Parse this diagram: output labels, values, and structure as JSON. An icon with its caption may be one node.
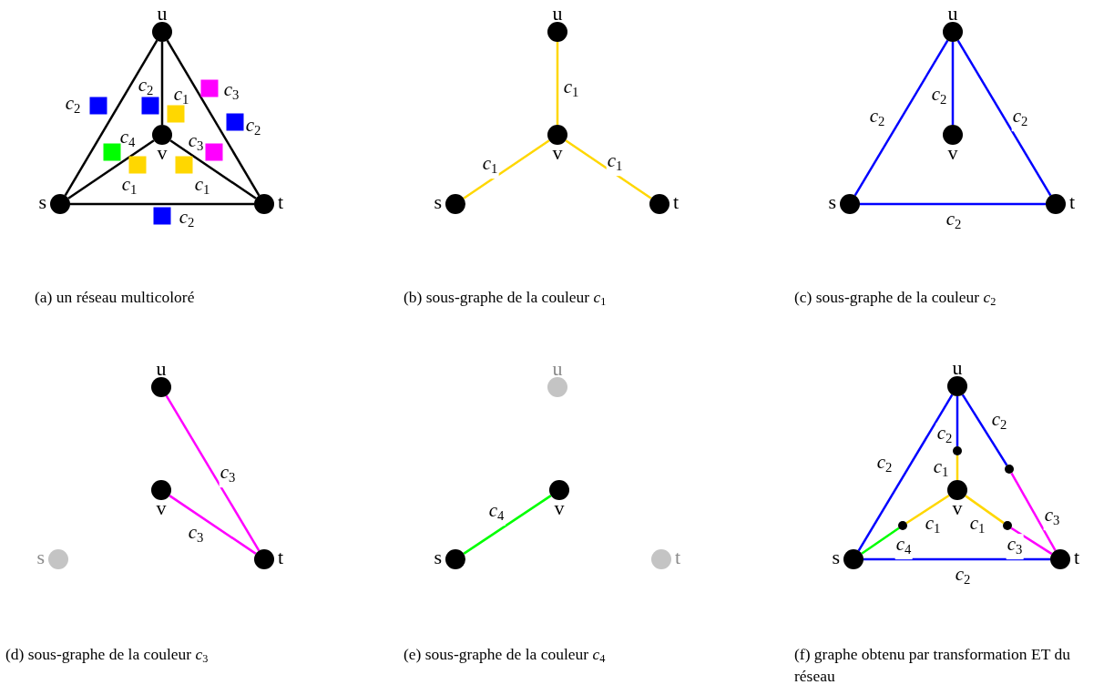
{
  "diagram": {
    "nodes": [
      {
        "text": [
          "u"
        ]
      },
      {
        "text": [
          "v"
        ]
      },
      {
        "text": [
          "s"
        ]
      },
      {
        "text": [
          "t"
        ]
      },
      {
        "text": [
          "u"
        ]
      },
      {
        "text": [
          "v"
        ]
      },
      {
        "text": [
          "s"
        ]
      },
      {
        "text": [
          "t"
        ]
      },
      {
        "text": [
          "u"
        ]
      },
      {
        "text": [
          "v"
        ]
      },
      {
        "text": [
          "s"
        ]
      },
      {
        "text": [
          "t"
        ]
      },
      {
        "text": [
          "u"
        ]
      },
      {
        "text": [
          "v"
        ]
      },
      {
        "text": [
          "s"
        ]
      },
      {
        "text": [
          "t"
        ]
      },
      {
        "text": [
          "u"
        ]
      },
      {
        "text": [
          "v"
        ]
      },
      {
        "text": [
          "s"
        ]
      },
      {
        "text": [
          "t"
        ]
      },
      {
        "text": [
          "u"
        ]
      },
      {
        "text": [
          "v"
        ]
      },
      {
        "text": [
          "s"
        ]
      },
      {
        "text": [
          "t"
        ]
      },
      {
        "text": [],
        "shape": "circle"
      },
      {
        "text": [],
        "shape": "circle"
      },
      {
        "text": [],
        "shape": "circle"
      },
      {
        "text": [],
        "shape": "circle"
      }
    ],
    "edges": [
      {
        "from": 0,
        "to": 2,
        "arrow": "none",
        "color": "#000000"
      },
      {
        "from": 0,
        "to": 1,
        "arrow": "none",
        "color": "#000000"
      },
      {
        "from": 0,
        "to": 3,
        "arrow": "none",
        "color": "#000000"
      },
      {
        "from": 1,
        "to": 2,
        "arrow": "none",
        "color": "#000000"
      },
      {
        "from": 1,
        "to": 3,
        "arrow": "none",
        "color": "#000000"
      },
      {
        "from": 2,
        "to": 3,
        "arrow": "none",
        "color": "#000000"
      },
      {
        "from": 4,
        "to": 5,
        "arrow": "none",
        "label": "*c*$_{1}$",
        "color": "#ffd700"
      },
      {
        "from": 5,
        "to": 6,
        "arrow": "none",
        "label": "*c*$_{1}$",
        "color": "#ffd700"
      },
      {
        "from": 5,
        "to": 7,
        "arrow": "none",
        "label": "*c*$_{1}$",
        "color": "#ffd700"
      },
      {
        "from": 8,
        "to": 10,
        "arrow": "none",
        "label": "*c*$_{2}$",
        "color": "#0000ff"
      },
      {
        "from": 8,
        "to": 9,
        "arrow": "none",
        "label": "*c*$_{2}$",
        "color": "#0000ff"
      },
      {
        "from": 8,
        "to": 11,
        "arrow": "none",
        "label": "*c*$_{2}$",
        "color": "#0000ff"
      },
      {
        "from": 10,
        "to": 11,
        "arrow": "none",
        "label": "*c*$_{2}$",
        "color": "#0000ff"
      },
      {
        "from": 12,
        "to": 15,
        "arrow": "none",
        "label": "*c*$_{3}$",
        "color": "#ff00ff"
      },
      {
        "from": 13,
        "to": 15,
        "arrow": "none",
        "label": "*c*$_{3}$",
        "color": "#ff00ff"
      },
      {
        "from": 18,
        "to": 17,
        "arrow": "none",
        "label": "*c*$_{4}$",
        "color": "#00ff00"
      },
      {
        "from": 20,
        "to": 22,
        "arrow": "none",
        "label": "*c*$_{2}$",
        "color": "#0000ff"
      },
      {
        "from": 20,
        "to": 24,
        "arrow": "none",
        "label": "*c*$_{2}$",
        "color": "#0000ff"
      },
      {
        "from": 24,
        "to": 21,
        "arrow": "none",
        "label": "*c*$_{1}$",
        "color": "#ffd700"
      },
      {
        "from": 20,
        "to": 25,
        "arrow": "none",
        "label": "*c*$_{2}$",
        "color": "#0000ff"
      },
      {
        "from": 25,
        "to": 23,
        "arrow": "none",
        "label": "*c*$_{3}$",
        "color": "#ff00ff"
      },
      {
        "from": 21,
        "to": 26,
        "arrow": "none",
        "label": "*c*$_{1}$",
        "color": "#ffd700"
      },
      {
        "from": 26,
        "to": 22,
        "arrow": "none",
        "label": "*c*$_{4}$",
        "color": "#00ff00"
      },
      {
        "from": 21,
        "to": 27,
        "arrow": "none",
        "label": "*c*$_{1}$",
        "color": "#ffd700"
      },
      {
        "from": 27,
        "to": 23,
        "arrow": "none",
        "label": "*c*$_{3}$",
        "color": "#ff00ff"
      },
      {
        "from": 22,
        "to": 23,
        "arrow": "none",
        "label": "*c*$_{2}$",
        "color": "#0000ff"
      }
    ],
    "labels": [
      "*c*$_{2}$",
      "*c*$_{1}$",
      "*c*$_{3}$",
      "*c*$_{2}$",
      "*c*$_{2}$",
      "*c*$_{4}$",
      "*c*$_{3}$",
      "*c*$_{1}$",
      "*c*$_{1}$",
      "*c*$_{2}$",
      "(a) un réseau multicoloré",
      "(b) sous-graphe de la couleur *c*$_{1}$",
      "(c) sous-graphe de la couleur *c*$_{2}$",
      "(d) sous-graphe de la couleur *c*$_{3}$",
      "(e) sous-graphe de la couleur *c*$_{4}$",
      "(f) graphe obtenu par transformation ET du réseau"
    ]
  }
}
